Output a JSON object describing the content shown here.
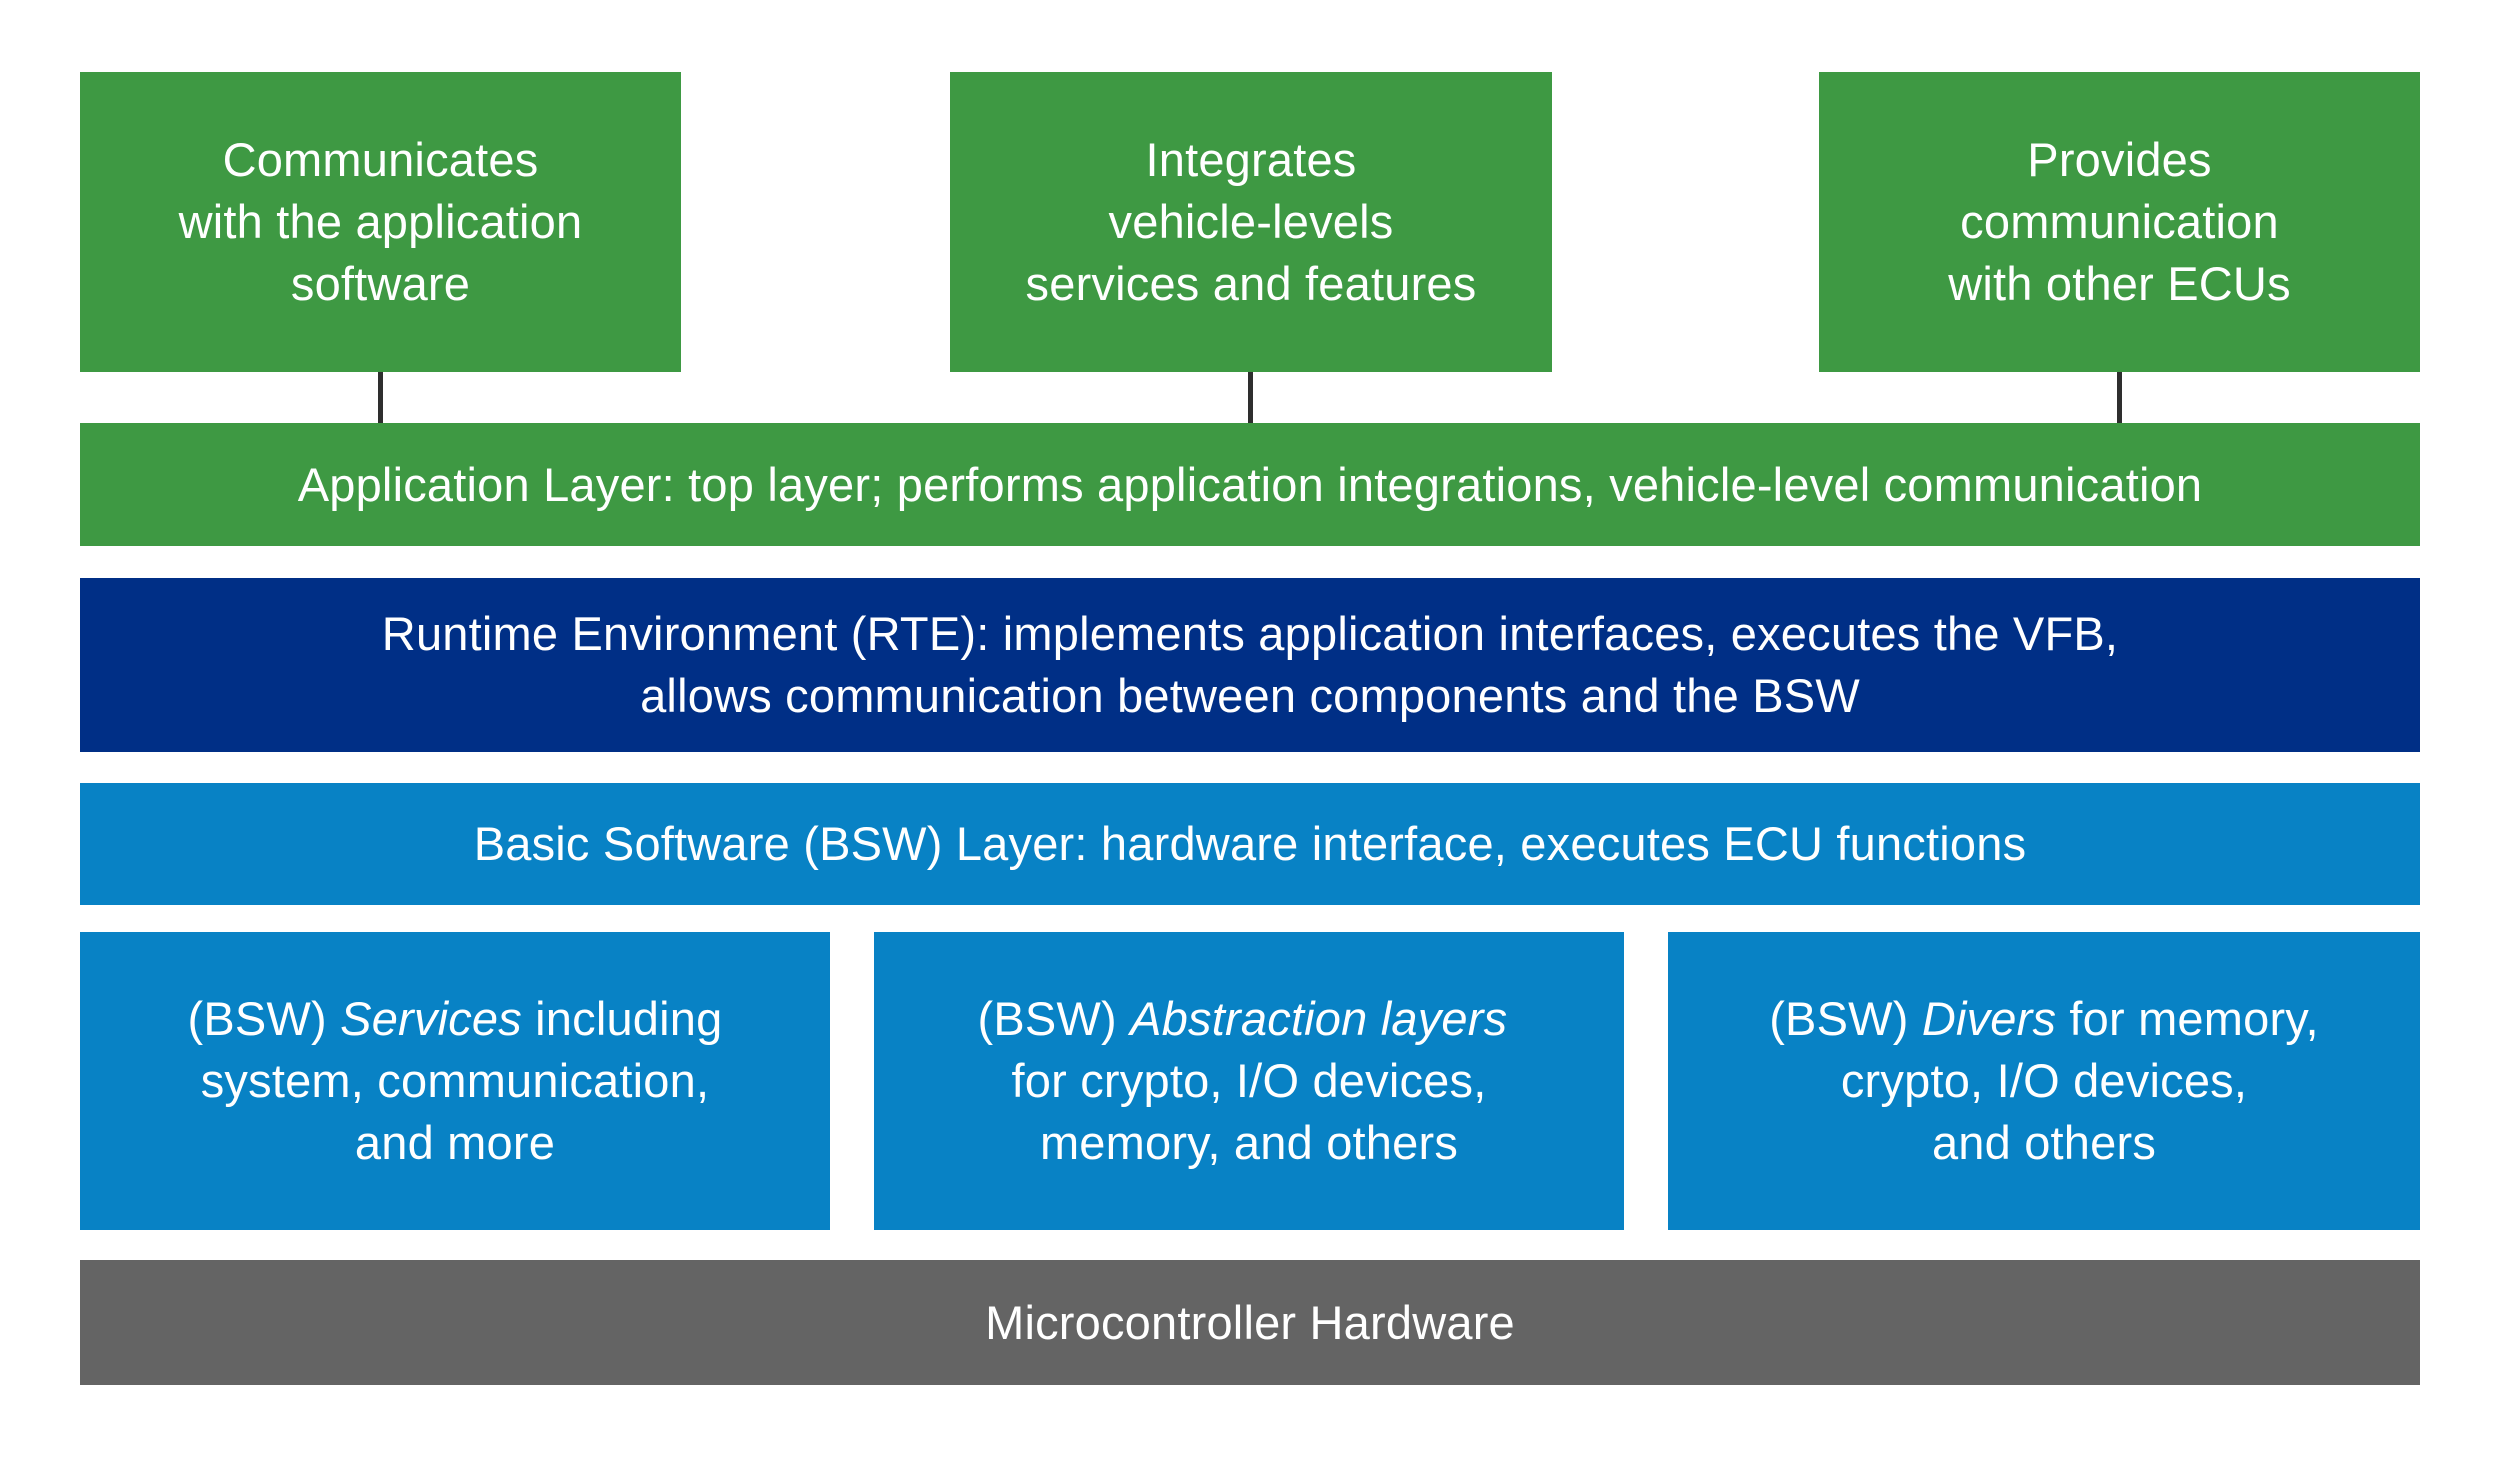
{
  "diagram": {
    "title_semantic": "AUTOSAR layered software architecture",
    "colors": {
      "green": "#3e9943",
      "navy": "#002f86",
      "blue": "#0882c5",
      "gray": "#646464",
      "connector": "#2e2e2e",
      "text": "#ffffff"
    },
    "top_boxes": [
      {
        "lines": [
          [
            {
              "t": "Communicates"
            }
          ],
          [
            {
              "t": "with the application"
            }
          ],
          [
            {
              "t": "software"
            }
          ]
        ]
      },
      {
        "lines": [
          [
            {
              "t": "Integrates"
            }
          ],
          [
            {
              "t": "vehicle-levels"
            }
          ],
          [
            {
              "t": "services and features"
            }
          ]
        ]
      },
      {
        "lines": [
          [
            {
              "t": "Provides"
            }
          ],
          [
            {
              "t": "communication"
            }
          ],
          [
            {
              "t": "with other ECUs"
            }
          ]
        ]
      }
    ],
    "layers": {
      "application": {
        "text": "Application Layer: top layer; performs application integrations, vehicle-level communication"
      },
      "rte": {
        "lines": [
          [
            {
              "t": "Runtime Environment (RTE): implements application interfaces, executes the VFB,"
            }
          ],
          [
            {
              "t": "allows communication between components and the BSW"
            }
          ]
        ]
      },
      "bsw": {
        "text": "Basic Software (BSW) Layer: hardware interface, executes ECU functions"
      },
      "hardware": {
        "text": "Microcontroller Hardware"
      }
    },
    "bsw_boxes": [
      {
        "lines": [
          [
            {
              "t": "(BSW) "
            },
            {
              "t": "Services",
              "i": true
            },
            {
              "t": "including"
            }
          ],
          [
            {
              "t": "system, communication,"
            }
          ],
          [
            {
              "t": "and more"
            }
          ]
        ]
      },
      {
        "lines": [
          [
            {
              "t": "(BSW) "
            },
            {
              "t": "Abstraction layers",
              "i": true
            }
          ],
          [
            {
              "t": "for crypto, I/O devices,"
            }
          ],
          [
            {
              "t": "memory, and others"
            }
          ]
        ]
      },
      {
        "lines": [
          [
            {
              "t": "(BSW) "
            },
            {
              "t": "Divers",
              "i": true
            },
            {
              "t": "for memory,"
            }
          ],
          [
            {
              "t": "crypto, I/O devices,"
            }
          ],
          [
            {
              "t": "and others"
            }
          ]
        ]
      }
    ]
  }
}
